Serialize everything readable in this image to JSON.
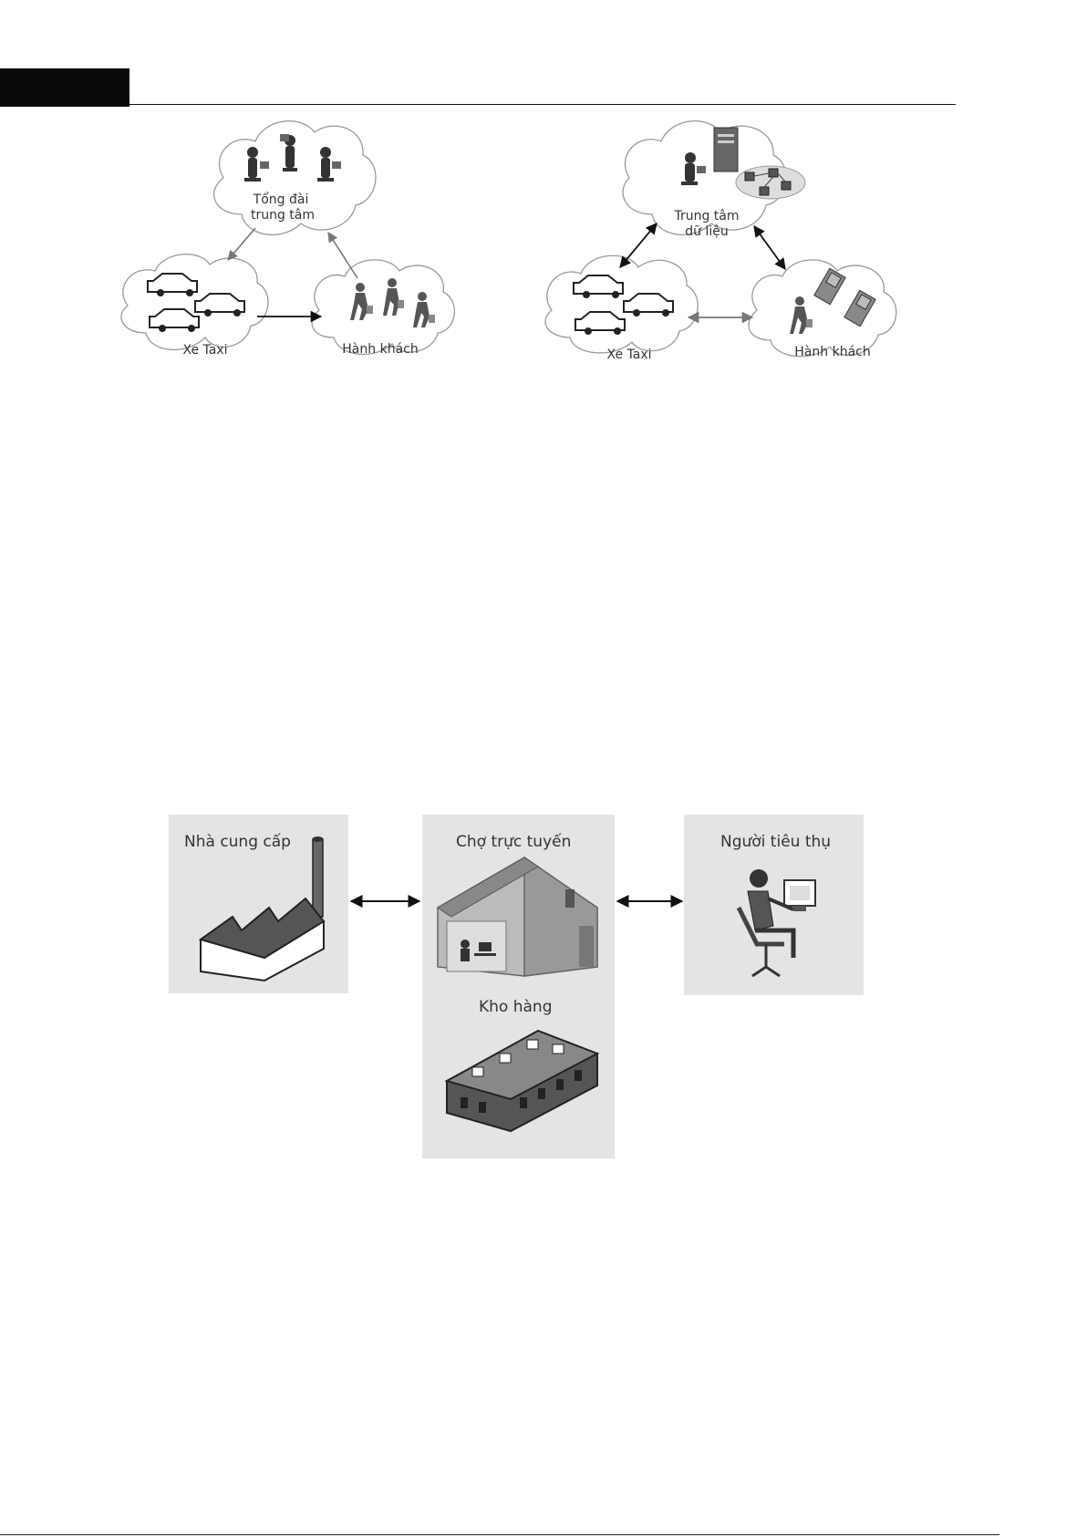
{
  "fig_left": {
    "center_label_line1": "Tổng đài",
    "center_label_line2": "trung tâm",
    "taxi_label": "Xe Taxi",
    "passenger_label": "Hành khách"
  },
  "fig_right": {
    "center_label_line1": "Trung tâm",
    "center_label_line2": "dữ liệu",
    "taxi_label": "Xe Taxi",
    "passenger_label": "Hành khách"
  },
  "fig_market": {
    "supplier_label": "Nhà cung cấp",
    "market_label": "Chợ trực tuyến",
    "warehouse_label": "Kho hàng",
    "consumer_label": "Người tiêu thụ"
  }
}
